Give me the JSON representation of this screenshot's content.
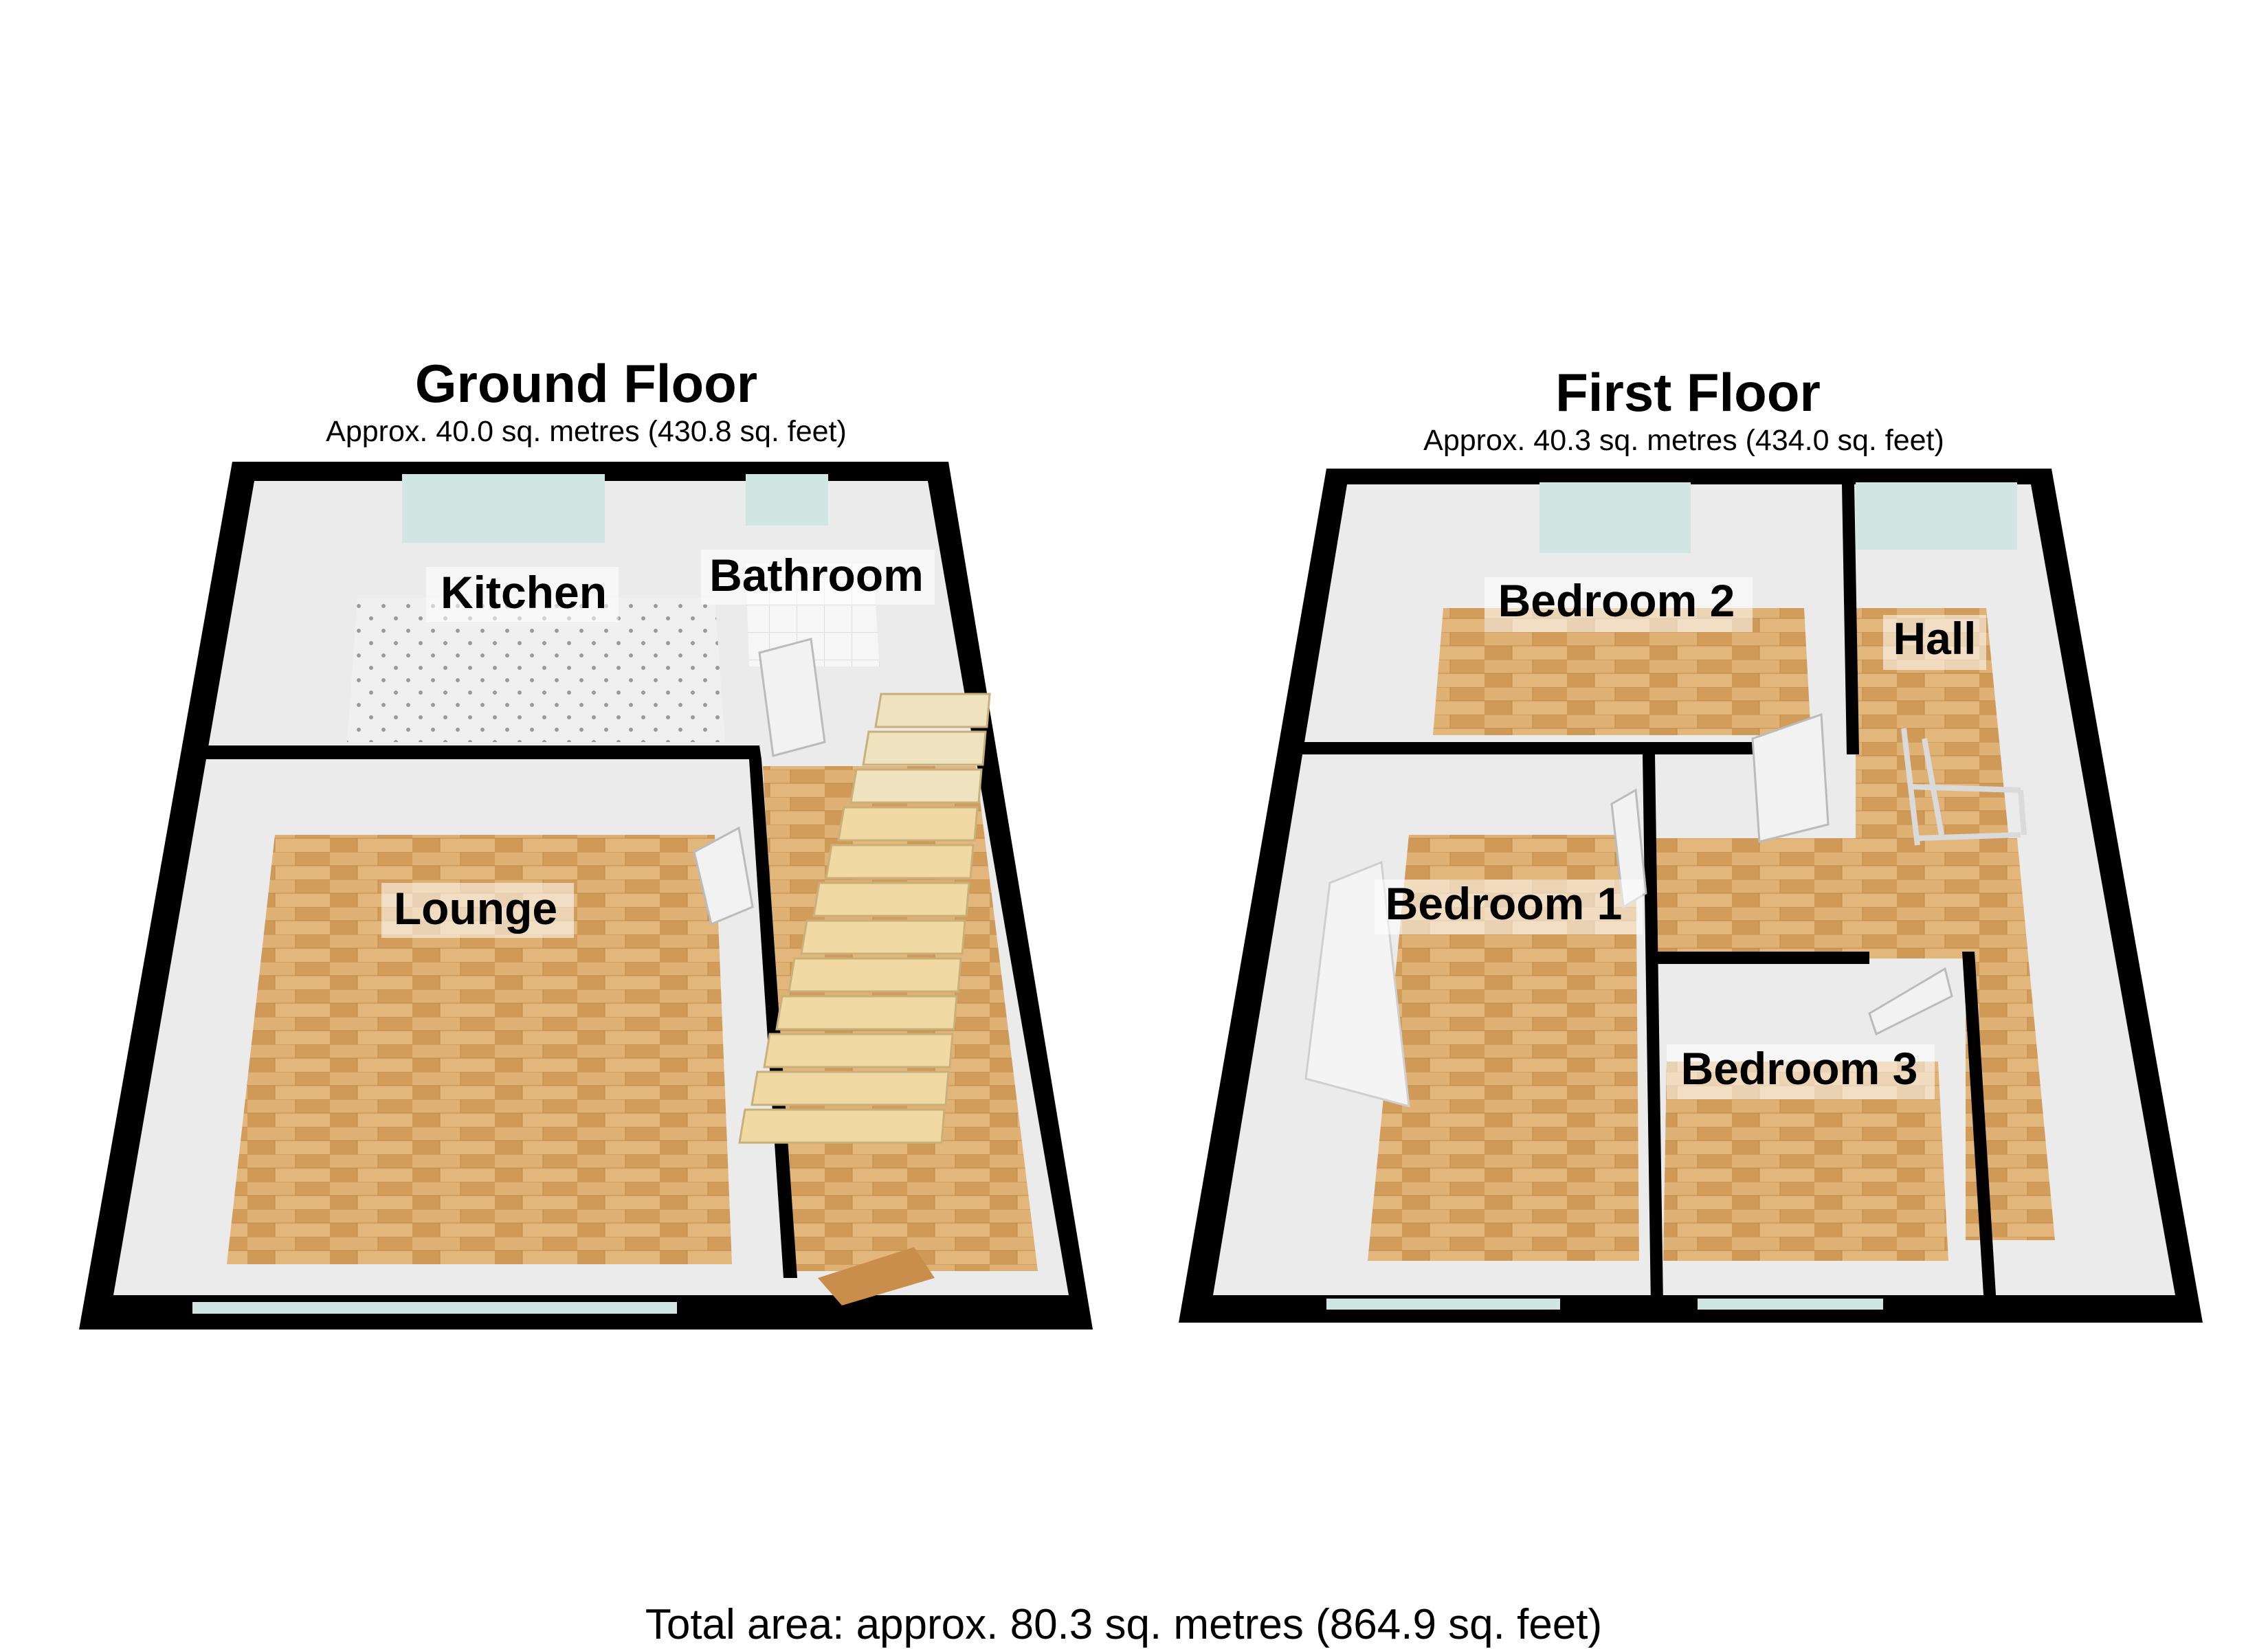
{
  "ground_floor": {
    "title": "Ground Floor",
    "area": "Approx. 40.0 sq. metres (430.8 sq. feet)",
    "rooms": {
      "kitchen": "Kitchen",
      "bathroom": "Bathroom",
      "lounge": "Lounge"
    }
  },
  "first_floor": {
    "title": "First Floor",
    "area": "Approx. 40.3 sq. metres (434.0 sq. feet)",
    "rooms": {
      "bedroom_2": "Bedroom 2",
      "hall": "Hall",
      "bedroom_1": "Bedroom 1",
      "bedroom_3": "Bedroom 3"
    }
  },
  "total_area": "Total area: approx. 80.3 sq. metres (864.9 sq. feet)",
  "colors": {
    "wall": "#000000",
    "wood_floor": "#d9a866",
    "tile_floor": "#eeeeee",
    "inner_wall": "#e9e9e9",
    "window": "#cfe6e3",
    "stairs": "#f0d9a3",
    "door": "#f2f2f2"
  }
}
